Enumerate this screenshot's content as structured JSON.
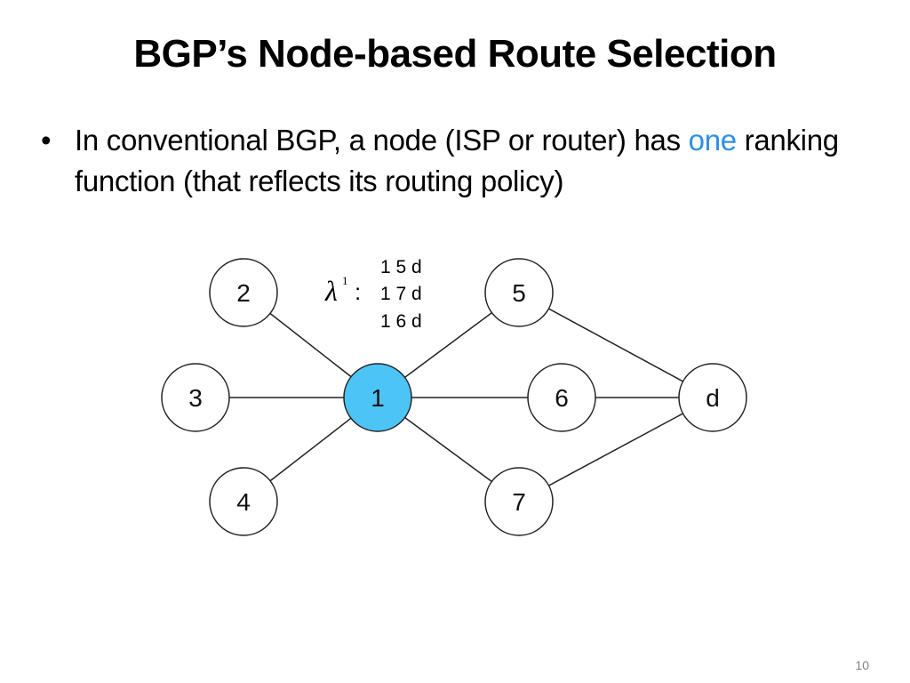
{
  "slide": {
    "title": "BGP’s Node-based Route Selection",
    "bullet": {
      "marker": "•",
      "text_before": "In conventional BGP, a node (ISP or router) has ",
      "highlight": "one",
      "text_after": " ranking function (that reflects its routing policy)"
    },
    "page_number": "10"
  },
  "diagram": {
    "node_fill": "#ffffff",
    "highlight_fill": "#4dc4f6",
    "stroke": "#222222",
    "nodes": [
      {
        "id": "2",
        "label": "2"
      },
      {
        "id": "3",
        "label": "3"
      },
      {
        "id": "4",
        "label": "4"
      },
      {
        "id": "1",
        "label": "1",
        "highlighted": true
      },
      {
        "id": "5",
        "label": "5"
      },
      {
        "id": "6",
        "label": "6"
      },
      {
        "id": "7",
        "label": "7"
      },
      {
        "id": "d",
        "label": "d"
      }
    ],
    "edges": [
      [
        "2",
        "1"
      ],
      [
        "3",
        "1"
      ],
      [
        "4",
        "1"
      ],
      [
        "1",
        "5"
      ],
      [
        "1",
        "6"
      ],
      [
        "1",
        "7"
      ],
      [
        "5",
        "d"
      ],
      [
        "6",
        "d"
      ],
      [
        "7",
        "d"
      ]
    ],
    "ranking": {
      "symbol": "λ",
      "superscript": "1",
      "colon": ":",
      "paths": [
        "1 5 d",
        "1 7 d",
        "1 6 d"
      ]
    }
  }
}
